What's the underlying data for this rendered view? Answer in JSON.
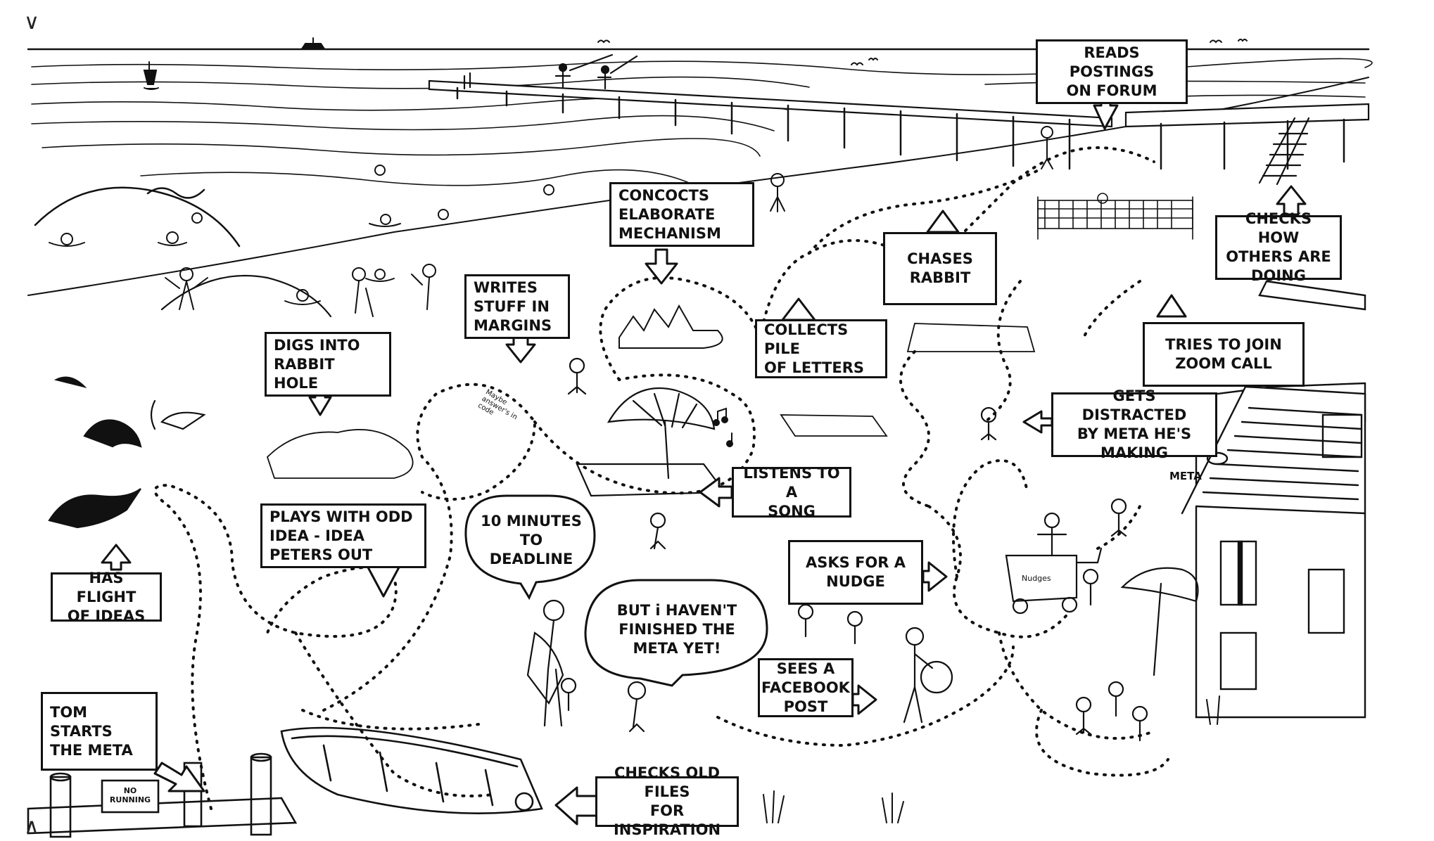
{
  "labels": {
    "reads_postings": "READS POSTINGS\nON FORUM",
    "concocts": "CONCOCTS\nELABORATE\nMECHANISM",
    "checks_how_others": "CHECKS HOW\nOTHERS ARE\nDOING",
    "chases_rabbit": "CHASES\nRABBIT",
    "writes_stuff": "WRITES\nSTUFF IN\nMARGINS",
    "collects_pile": "COLLECTS PILE\nOF LETTERS",
    "tries_zoom": "TRIES TO JOIN\nZOOM CALL",
    "digs_rabbit_hole": "DIGS INTO\nRABBIT HOLE",
    "gets_distracted": "GETS DISTRACTED\nBY META HE'S\nMAKING",
    "listens_song": "LISTENS TO A\nSONG",
    "plays_odd_idea": "PLAYS WITH ODD\nIDEA - IDEA\nPETERS OUT",
    "has_flight": "HAS FLIGHT\nOF IDEAS",
    "asks_nudge": "ASKS FOR A\nNUDGE",
    "sees_facebook": "SEES A\nFACEBOOK\nPOST",
    "tom_starts": "TOM STARTS\nTHE META",
    "checks_old_files": "CHECKS OLD FILES\nFOR INSPIRATION"
  },
  "bubbles": {
    "ten_minutes": "10 MINUTES\nTO\nDEADLINE",
    "havent_finished": "BUT i HAVEN'T\nFINISHED THE\nMETA YET!"
  },
  "signs": {
    "no_running": "NO\nRUNNING",
    "meta_house": "META",
    "nudges_cart": "Nudges",
    "margin_scribble": "Maybe answer's in code"
  },
  "corner_marks": {
    "top": "∨",
    "bottom": "∧"
  }
}
